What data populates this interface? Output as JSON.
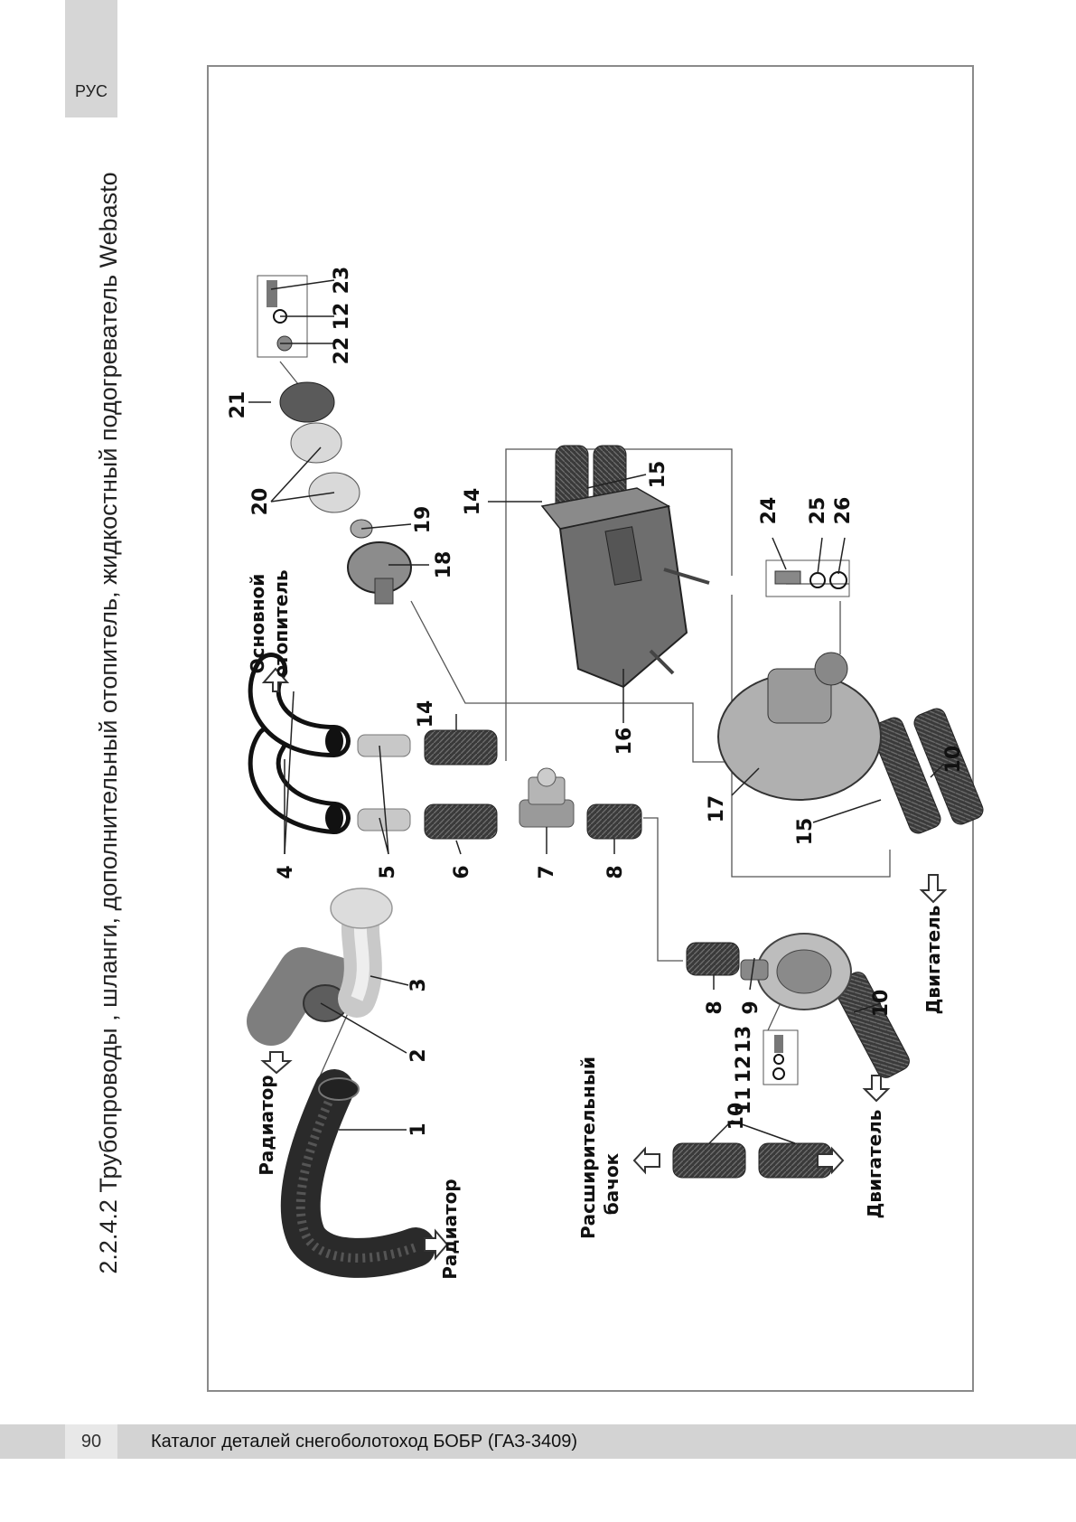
{
  "header": {
    "lang": "РУС"
  },
  "title": "2.2.4.2 Трубопроводы , шланги, дополнительный отопитель, жидкостный подогреватель Webasto",
  "diagram": {
    "labels": {
      "radiator": "Радиатор",
      "engine": "Двигатель",
      "main_heater_line1": "Основной",
      "main_heater_line2": "отопитель",
      "expansion_tank_line1": "Расширительный",
      "expansion_tank_line2": "бачок"
    },
    "part_numbers": [
      "1",
      "2",
      "3",
      "4",
      "5",
      "6",
      "7",
      "8",
      "9",
      "10",
      "11",
      "12",
      "13",
      "14",
      "15",
      "16",
      "17",
      "18",
      "19",
      "20",
      "21",
      "22",
      "23",
      "24",
      "25",
      "26"
    ]
  },
  "footer": {
    "page": "90",
    "text": "Каталог деталей снегоболотоход БОБР (ГАЗ-3409)"
  }
}
